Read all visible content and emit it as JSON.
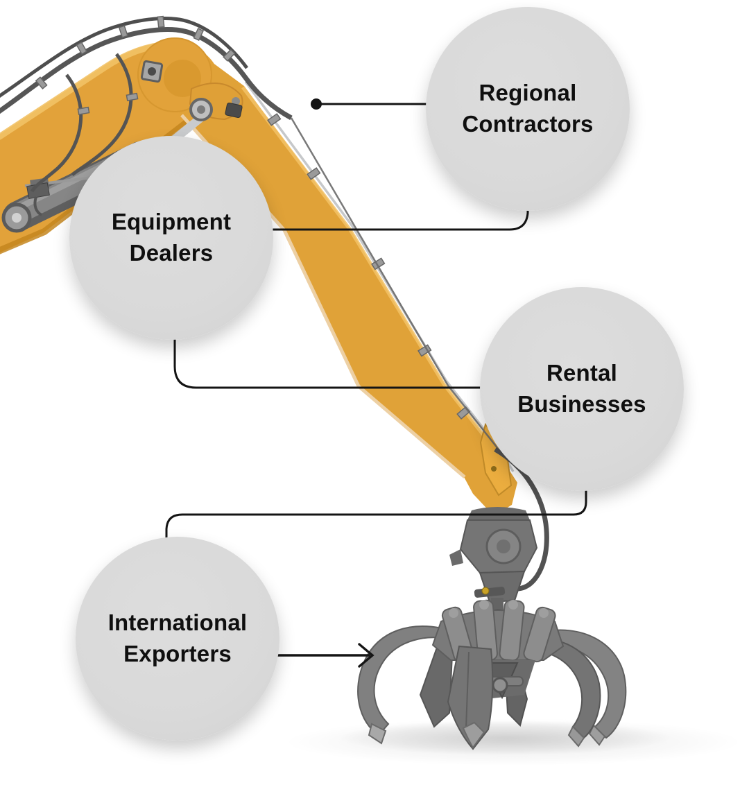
{
  "diagram": {
    "background_color": "#ffffff",
    "connector_color": "#141414",
    "circle_fill": "#d9d9d9",
    "label_color": "#0f0f0f",
    "machine_colors": {
      "boom_yellow": "#e2a23a",
      "boom_highlight": "#f2c266",
      "boom_shadow": "#c4861f",
      "steel_gray": "#7d7d7d",
      "hose_gray": "#4f4f4f",
      "rod_silver": "#c6c8ca"
    },
    "nodes": [
      {
        "id": "regional-contractors",
        "lines": [
          "Regional",
          "Contractors"
        ]
      },
      {
        "id": "equipment-dealers",
        "lines": [
          "Equipment",
          "Dealers"
        ]
      },
      {
        "id": "rental-businesses",
        "lines": [
          "Rental",
          "Businesses"
        ]
      },
      {
        "id": "international-exporters",
        "lines": [
          "International",
          "Exporters"
        ]
      }
    ]
  }
}
